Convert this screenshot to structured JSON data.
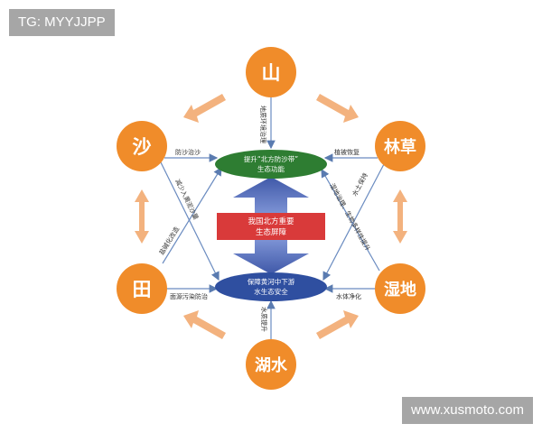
{
  "watermarks": {
    "top_left": "TG: MYYJJPP",
    "bottom_right": "www.xusmoto.com"
  },
  "nodes": {
    "mountain": "山",
    "sand": "沙",
    "forest_grass": "林草",
    "field": "田",
    "wetland": "湿地",
    "lake_water": "湖水"
  },
  "center": {
    "top_ellipse": [
      "提升“北方防沙带”",
      "生态功能"
    ],
    "banner": [
      "我国北方重要",
      "生态屏障"
    ],
    "bottom_ellipse": [
      "保障黄河中下游",
      "水生态安全"
    ]
  },
  "edge_labels": {
    "mountain_down": "地质环境治理",
    "sand_right": "防沙治沙",
    "forest_left": "植被恢复",
    "sand_diag": "减少入黄泥沙量",
    "field_diag": "盐碱化改造",
    "forest_diag_a": "水土保持",
    "forest_diag_b": "湿地治理、生物多样性提升",
    "field_right": "面源污染防治",
    "wetland_left": "水体净化",
    "lake_up": "水质提升"
  },
  "colors": {
    "node_orange": "#F08C2A",
    "double_arrow": "#F3B27E",
    "ellipse_green": "#2E7D32",
    "ellipse_blue": "#2F4FA0",
    "banner_red": "#D93A3A",
    "big_arrow_blue": "#4B64B4",
    "connector": "#6A8BC0"
  }
}
